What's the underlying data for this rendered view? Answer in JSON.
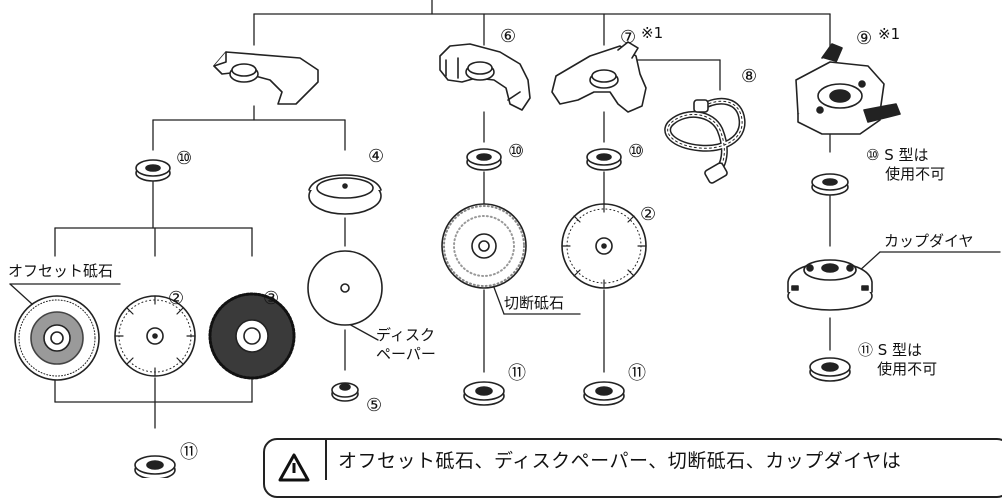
{
  "labels": {
    "n2a": "②",
    "n2b": "②",
    "n3": "③",
    "n4": "④",
    "n5": "⑤",
    "n6": "⑥",
    "n7": "⑦",
    "n7note": "※1",
    "n8": "⑧",
    "n9": "⑨",
    "n9note": "※1",
    "n10a": "⑩",
    "n10b": "⑩",
    "n10c": "⑩",
    "n10d": "⑩ S 型は\n    使用不可",
    "n11a": "⑪",
    "n11b": "⑪",
    "n11c": "⑪",
    "n11d": "⑪ S 型は\n    使用不可",
    "offset_wheel": "オフセット砥石",
    "disc_paper": "ディスク\nペーパー",
    "cutting_wheel": "切断砥石",
    "cup_diamond": "カップダイヤ"
  },
  "warning": {
    "icon": "warning-triangle-icon",
    "text": "オフセット砥石、ディスクペーパー、切断砥石、カップダイヤは"
  }
}
